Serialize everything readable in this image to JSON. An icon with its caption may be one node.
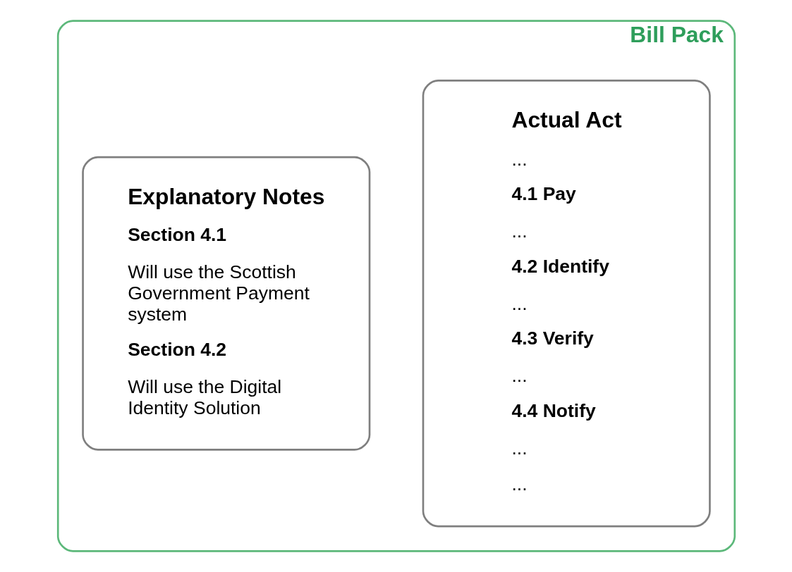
{
  "diagram": {
    "nodes": [
      {
        "text": [
          "Bill Pack"
        ]
      },
      {
        "text": [
          "Actual Act",
          "...",
          "4.1 Pay",
          "...",
          "4.2 Identify",
          "...",
          "4.3 Verify",
          "...",
          "4.4 Notify",
          "...",
          "..."
        ],
        "in": 0
      },
      {
        "text": [
          "Explanatory Notes",
          "Section 4.1",
          "Will use the Scottish Government Payment system",
          "Section 4.2",
          "Will use the Digital Identity Solution"
        ],
        "in": 0
      }
    ],
    "edges": []
  }
}
